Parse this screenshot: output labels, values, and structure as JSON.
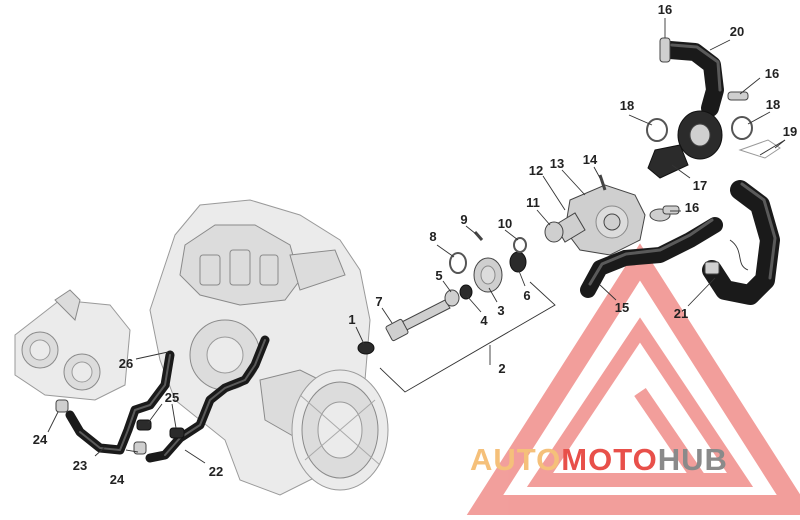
{
  "callouts": {
    "c1": "1",
    "c2": "2",
    "c3": "3",
    "c4": "4",
    "c5": "5",
    "c6": "6",
    "c7": "7",
    "c8": "8",
    "c9": "9",
    "c10": "10",
    "c11": "11",
    "c12": "12",
    "c13": "13",
    "c14": "14",
    "c15": "15",
    "c16a": "16",
    "c16b": "16",
    "c16c": "16",
    "c17": "17",
    "c18a": "18",
    "c18b": "18",
    "c19": "19",
    "c20": "20",
    "c21": "21",
    "c22": "22",
    "c23": "23",
    "c24a": "24",
    "c24b": "24",
    "c25": "25",
    "c26": "26"
  },
  "watermark": {
    "part1": "AUTO",
    "part2": "MOTO",
    "part3": "HUB",
    "color_light": "#f5c07a",
    "color_red": "#e8504a",
    "color_gray": "#8a8a8a"
  }
}
